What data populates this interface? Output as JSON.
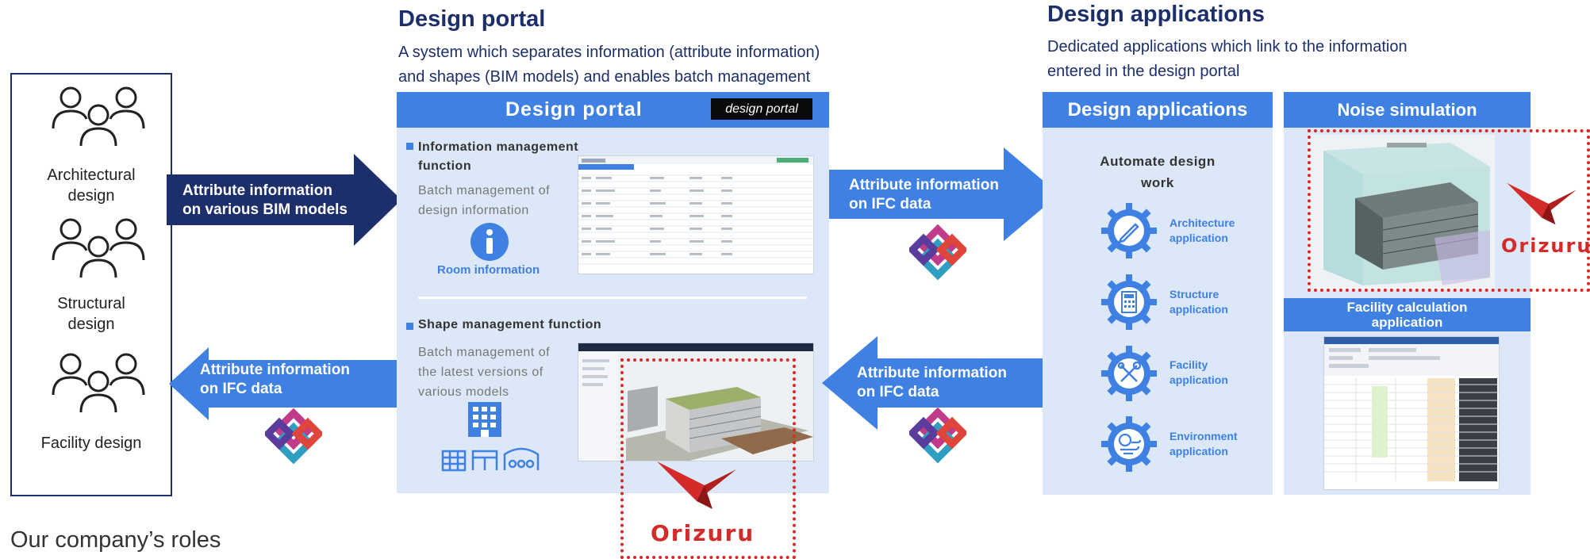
{
  "colors": {
    "navy": "#1c2f6b",
    "blue": "#3f80e3",
    "panel": "#dce8f8",
    "red": "#d32a2a"
  },
  "roles": {
    "items": [
      {
        "label_l1": "Architectural",
        "label_l2": "design",
        "icon": "people-icon"
      },
      {
        "label_l1": "Structural",
        "label_l2": "design",
        "icon": "people-icon"
      },
      {
        "label_l1": "Facility design",
        "label_l2": "",
        "icon": "people-icon"
      }
    ],
    "caption": "Our company’s roles"
  },
  "arrows": {
    "bim": {
      "l1": "Attribute information",
      "l2": "on various BIM models"
    },
    "ifc_left": {
      "l1": "Attribute information",
      "l2": "on IFC data"
    },
    "ifc_right_top": {
      "l1": "Attribute information",
      "l2": "on IFC data"
    },
    "ifc_right_bottom": {
      "l1": "Attribute information",
      "l2": "on IFC data"
    }
  },
  "portal": {
    "heading": "Design portal",
    "desc_l1": "A system which separates information (attribute information)",
    "desc_l2": "and shapes (BIM models) and enables batch management",
    "bar_title": "Design portal",
    "logo": "design portal",
    "info": {
      "title_l1": "Information management",
      "title_l2": "function",
      "desc_l1": "Batch management of",
      "desc_l2": "design information",
      "icon": "info-icon",
      "icon_label": "Room information"
    },
    "shape": {
      "title": "Shape management function",
      "desc_l1": "Batch management of",
      "desc_l2": "the latest versions of",
      "desc_l3": "various models",
      "icon": "building-icon"
    }
  },
  "apps": {
    "heading": "Design applications",
    "desc_l1": "Dedicated applications which link to the information",
    "desc_l2": "entered in the design portal",
    "bar_title": "Design applications",
    "automate_l1": "Automate design",
    "automate_l2": "work",
    "items": [
      {
        "l1": "Architecture",
        "l2": "application",
        "icon": "pencil-gear-icon"
      },
      {
        "l1": "Structure",
        "l2": "application",
        "icon": "calculator-gear-icon"
      },
      {
        "l1": "Facility",
        "l2": "application",
        "icon": "tools-gear-icon"
      },
      {
        "l1": "Environment",
        "l2": "application",
        "icon": "wind-gear-icon"
      }
    ]
  },
  "noise": {
    "bar_title": "Noise simulation"
  },
  "facility_calc": {
    "l1": "Facility calculation",
    "l2": "application"
  },
  "orizuru": {
    "brand": "Orizuru"
  }
}
